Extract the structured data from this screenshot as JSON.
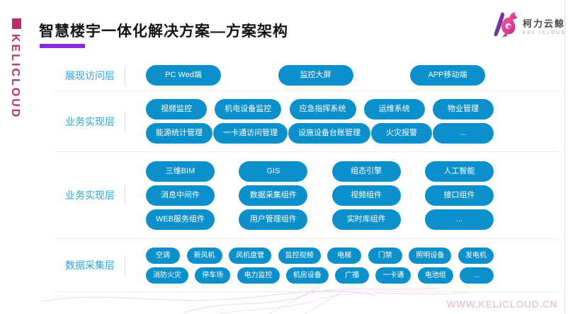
{
  "brand": {
    "vertical_text": "KELICLOUD",
    "logo_cn": "柯力云鲸",
    "logo_en": "KEL ICLOUD",
    "watermark": "WWW.KELICLOUD.CN"
  },
  "header": {
    "title": "智慧楼宇一体化解决方案—方案架构"
  },
  "colors": {
    "pill_blue": "#0c90cc",
    "layer_label_blue": "#2ba6de",
    "accent_purple": "#8c2bdc",
    "brand_pink": "#b92e6e",
    "watermark_pink": "#eac9dd"
  },
  "layers": [
    {
      "label": "展现访问层",
      "rows": [
        [
          "PC Wed端",
          "监控大屏",
          "APP移动端"
        ]
      ]
    },
    {
      "label": "业务实现层",
      "rows": [
        [
          "视频监控",
          "机电设备监控",
          "应急指挥系统",
          "运维系统",
          "物业管理"
        ],
        [
          "能源统计管理",
          "一卡通访问管理",
          "设施设备台账管理",
          "火灾报警",
          "..."
        ]
      ]
    },
    {
      "label": "业务实现层",
      "rows": [
        [
          "三维BIM",
          "GIS",
          "组态引擎",
          "人工智能"
        ],
        [
          "消息中间件",
          "数据采集组件",
          "视频组件",
          "接口组件"
        ],
        [
          "WEB服务组件",
          "用户管理组件",
          "实时库组件",
          "..."
        ]
      ]
    },
    {
      "label": "数据采集层",
      "rows": [
        [
          "空调",
          "新风机",
          "风机盘管",
          "监控视频",
          "电梯",
          "门禁",
          "照明设备",
          "发电机"
        ],
        [
          "消防火灾",
          "停车场",
          "电力监控",
          "机房设备",
          "广播",
          "一卡通",
          "电池组",
          "..."
        ]
      ]
    }
  ]
}
